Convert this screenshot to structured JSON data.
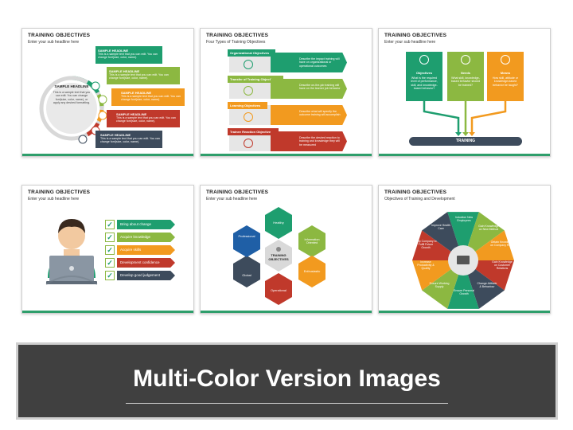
{
  "slides": [
    {
      "title": "TRAINING OBJECTIVES",
      "sub": "Enter your sub headline here",
      "center_head": "SAMPLE HEADLINE",
      "center_text": "This is a sample text that you can edit. You can change font(size, color, name), or apply any desired formatting.",
      "items": [
        {
          "head": "SAMPLE HEADLINE",
          "text": "This is a sample text that you can edit. You can change font(size, color, name).",
          "color": "#1e9e6f"
        },
        {
          "head": "SAMPLE HEADLINE",
          "text": "This is a sample text that you can edit. You can change font(size, color, name).",
          "color": "#8cb841"
        },
        {
          "head": "SAMPLE HEADLINE",
          "text": "This is a sample text that you can edit. You can change font(size, color, name).",
          "color": "#f29a1f"
        },
        {
          "head": "SAMPLE HEADLINE",
          "text": "This is a sample text that you can edit. You can change font(size, color, name).",
          "color": "#c0392b"
        },
        {
          "head": "SAMPLE HEADLINE",
          "text": "This is a sample text that you can edit. You can change font(size, color, name).",
          "color": "#3d4b5c"
        }
      ]
    },
    {
      "title": "TRAINING OBJECTIVES",
      "sub": "Four Types of Training Objectives",
      "items": [
        {
          "label": "Organizational Objectives",
          "text": "Describe the impact training will have on organizational or operational outcomes",
          "color": "#1e9e6f"
        },
        {
          "label": "Transfer of Training Objectives",
          "text": "Describe on-the-job training will have on the learner job behavior",
          "color": "#8cb841"
        },
        {
          "label": "Learning Objectives",
          "text": "Describe what will specify the outcome training will accomplish",
          "color": "#f29a1f"
        },
        {
          "label": "Trainee Reaction Objectives",
          "text": "Describe the desired reaction to training and knowledge they will be measured",
          "color": "#c0392b"
        }
      ]
    },
    {
      "title": "TRAINING OBJECTIVES",
      "sub": "Enter your sub headline here",
      "cards": [
        {
          "label": "Objectives",
          "text": "What is the required level of performance, skill, and knowledge-based behavior?",
          "color": "#1e9e6f"
        },
        {
          "label": "Needs",
          "text": "What skill, knowledge-based behavior should be trained?",
          "color": "#8cb841"
        },
        {
          "label": "Means",
          "text": "How skill, attitude or knowledge-based behavior be taught?",
          "color": "#f29a1f"
        }
      ],
      "bar_label": "TRAINING"
    },
    {
      "title": "TRAINING OBJECTIVES",
      "sub": "Enter your sub headline here",
      "items": [
        {
          "label": "Bring about change",
          "color": "#1e9e6f"
        },
        {
          "label": "Acquire knowledge",
          "color": "#8cb841"
        },
        {
          "label": "Acquire skills",
          "color": "#f29a1f"
        },
        {
          "label": "Development confidence",
          "color": "#c0392b"
        },
        {
          "label": "Develop good judgement",
          "color": "#3d4b5c"
        }
      ]
    },
    {
      "title": "TRAINING OBJECTIVES",
      "sub": "Enter your sub headline here",
      "center": "TRAINING OBJECTIVES",
      "hexes": [
        {
          "label": "Healthy",
          "color": "#1e9e6f"
        },
        {
          "label": "Information Oriented",
          "color": "#8cb841"
        },
        {
          "label": "Enthusiastic",
          "color": "#f29a1f"
        },
        {
          "label": "Operational",
          "color": "#c0392b"
        },
        {
          "label": "Global",
          "color": "#3d4b5c"
        },
        {
          "label": "Professional",
          "color": "#1f5fa6"
        }
      ]
    },
    {
      "title": "TRAINING OBJECTIVES",
      "sub": "Objectives of Training and Development",
      "segments": [
        {
          "label": "Induction New Employees",
          "color": "#1e9e6f"
        },
        {
          "label": "Gain Knowledge on New Method",
          "color": "#8cb841"
        },
        {
          "label": "Obtain Knowledge on Company Rules",
          "color": "#f29a1f"
        },
        {
          "label": "Gain Knowledge on Customer Relations",
          "color": "#c0392b"
        },
        {
          "label": "Change Attitude & Behaviour",
          "color": "#3d4b5c"
        },
        {
          "label": "Ensure Personal Growth",
          "color": "#1e9e6f"
        },
        {
          "label": "Ensure Working Supply",
          "color": "#8cb841"
        },
        {
          "label": "Increase Productivity & Quality",
          "color": "#f29a1f"
        },
        {
          "label": "Help Company to Fulfil Future Growth",
          "color": "#c0392b"
        },
        {
          "label": "Improve Health Care",
          "color": "#3d4b5c"
        }
      ]
    }
  ],
  "banner": {
    "label": "Multi-Color Version Images"
  }
}
